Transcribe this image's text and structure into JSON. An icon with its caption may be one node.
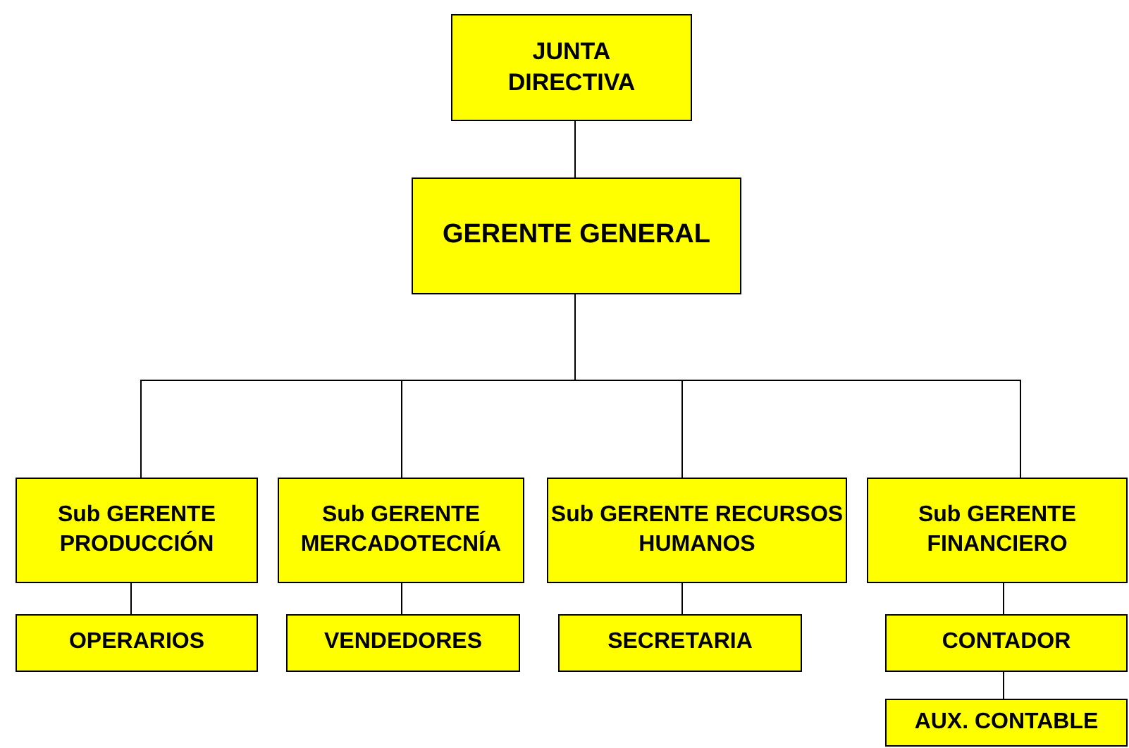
{
  "diagram": {
    "nodes": [
      {
        "text": [
          "JUNTA DIRECTIVA"
        ]
      },
      {
        "text": [
          "GERENTE GENERAL"
        ]
      },
      {
        "text": [
          "Sub GERENTE PRODUCCIÓN"
        ]
      },
      {
        "text": [
          "Sub GERENTE MERCADOTECNÍA"
        ]
      },
      {
        "text": [
          "Sub GERENTE RECURSOS HUMANOS"
        ]
      },
      {
        "text": [
          "Sub GERENTE FINANCIERO"
        ]
      },
      {
        "text": [
          "OPERARIOS"
        ]
      },
      {
        "text": [
          "VENDEDORES"
        ]
      },
      {
        "text": [
          "SECRETARIA"
        ]
      },
      {
        "text": [
          "CONTADOR"
        ]
      },
      {
        "text": [
          "AUX. CONTABLE"
        ]
      }
    ],
    "edges": [
      {
        "from": 0,
        "to": 1,
        "arrow": "none"
      },
      {
        "from": 1,
        "to": 2,
        "arrow": "none"
      },
      {
        "from": 1,
        "to": 3,
        "arrow": "none"
      },
      {
        "from": 1,
        "to": 4,
        "arrow": "none"
      },
      {
        "from": 1,
        "to": 5,
        "arrow": "none"
      },
      {
        "from": 2,
        "to": 6,
        "arrow": "none"
      },
      {
        "from": 3,
        "to": 7,
        "arrow": "none"
      },
      {
        "from": 4,
        "to": 8,
        "arrow": "none"
      },
      {
        "from": 5,
        "to": 9,
        "arrow": "none"
      },
      {
        "from": 9,
        "to": 10,
        "arrow": "none"
      }
    ]
  }
}
